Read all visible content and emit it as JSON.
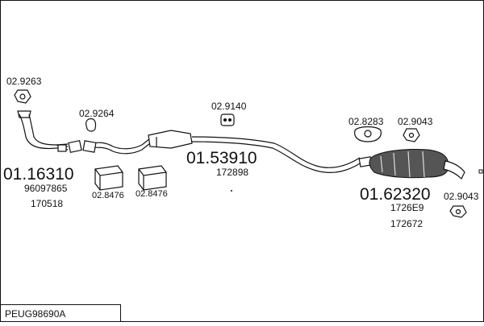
{
  "diagram": {
    "code": "PEUG98690A",
    "labels": {
      "front_part": "01.16310",
      "front_ref1": "96097865",
      "front_ref2": "170518",
      "middle_part": "01.53910",
      "middle_ref": "172898",
      "rear_part": "01.62320",
      "rear_ref1": "1726E9",
      "rear_ref2": "172672",
      "clamp_front": "02.9263",
      "ring_front": "02.9264",
      "mount_middle": "02.9140",
      "clamp_rear": "02.8283",
      "mount_rear_top": "02.9043",
      "mount_rear_bottom": "02.9043",
      "kit_box1": "02.8476",
      "kit_box2": "02.8476"
    }
  }
}
